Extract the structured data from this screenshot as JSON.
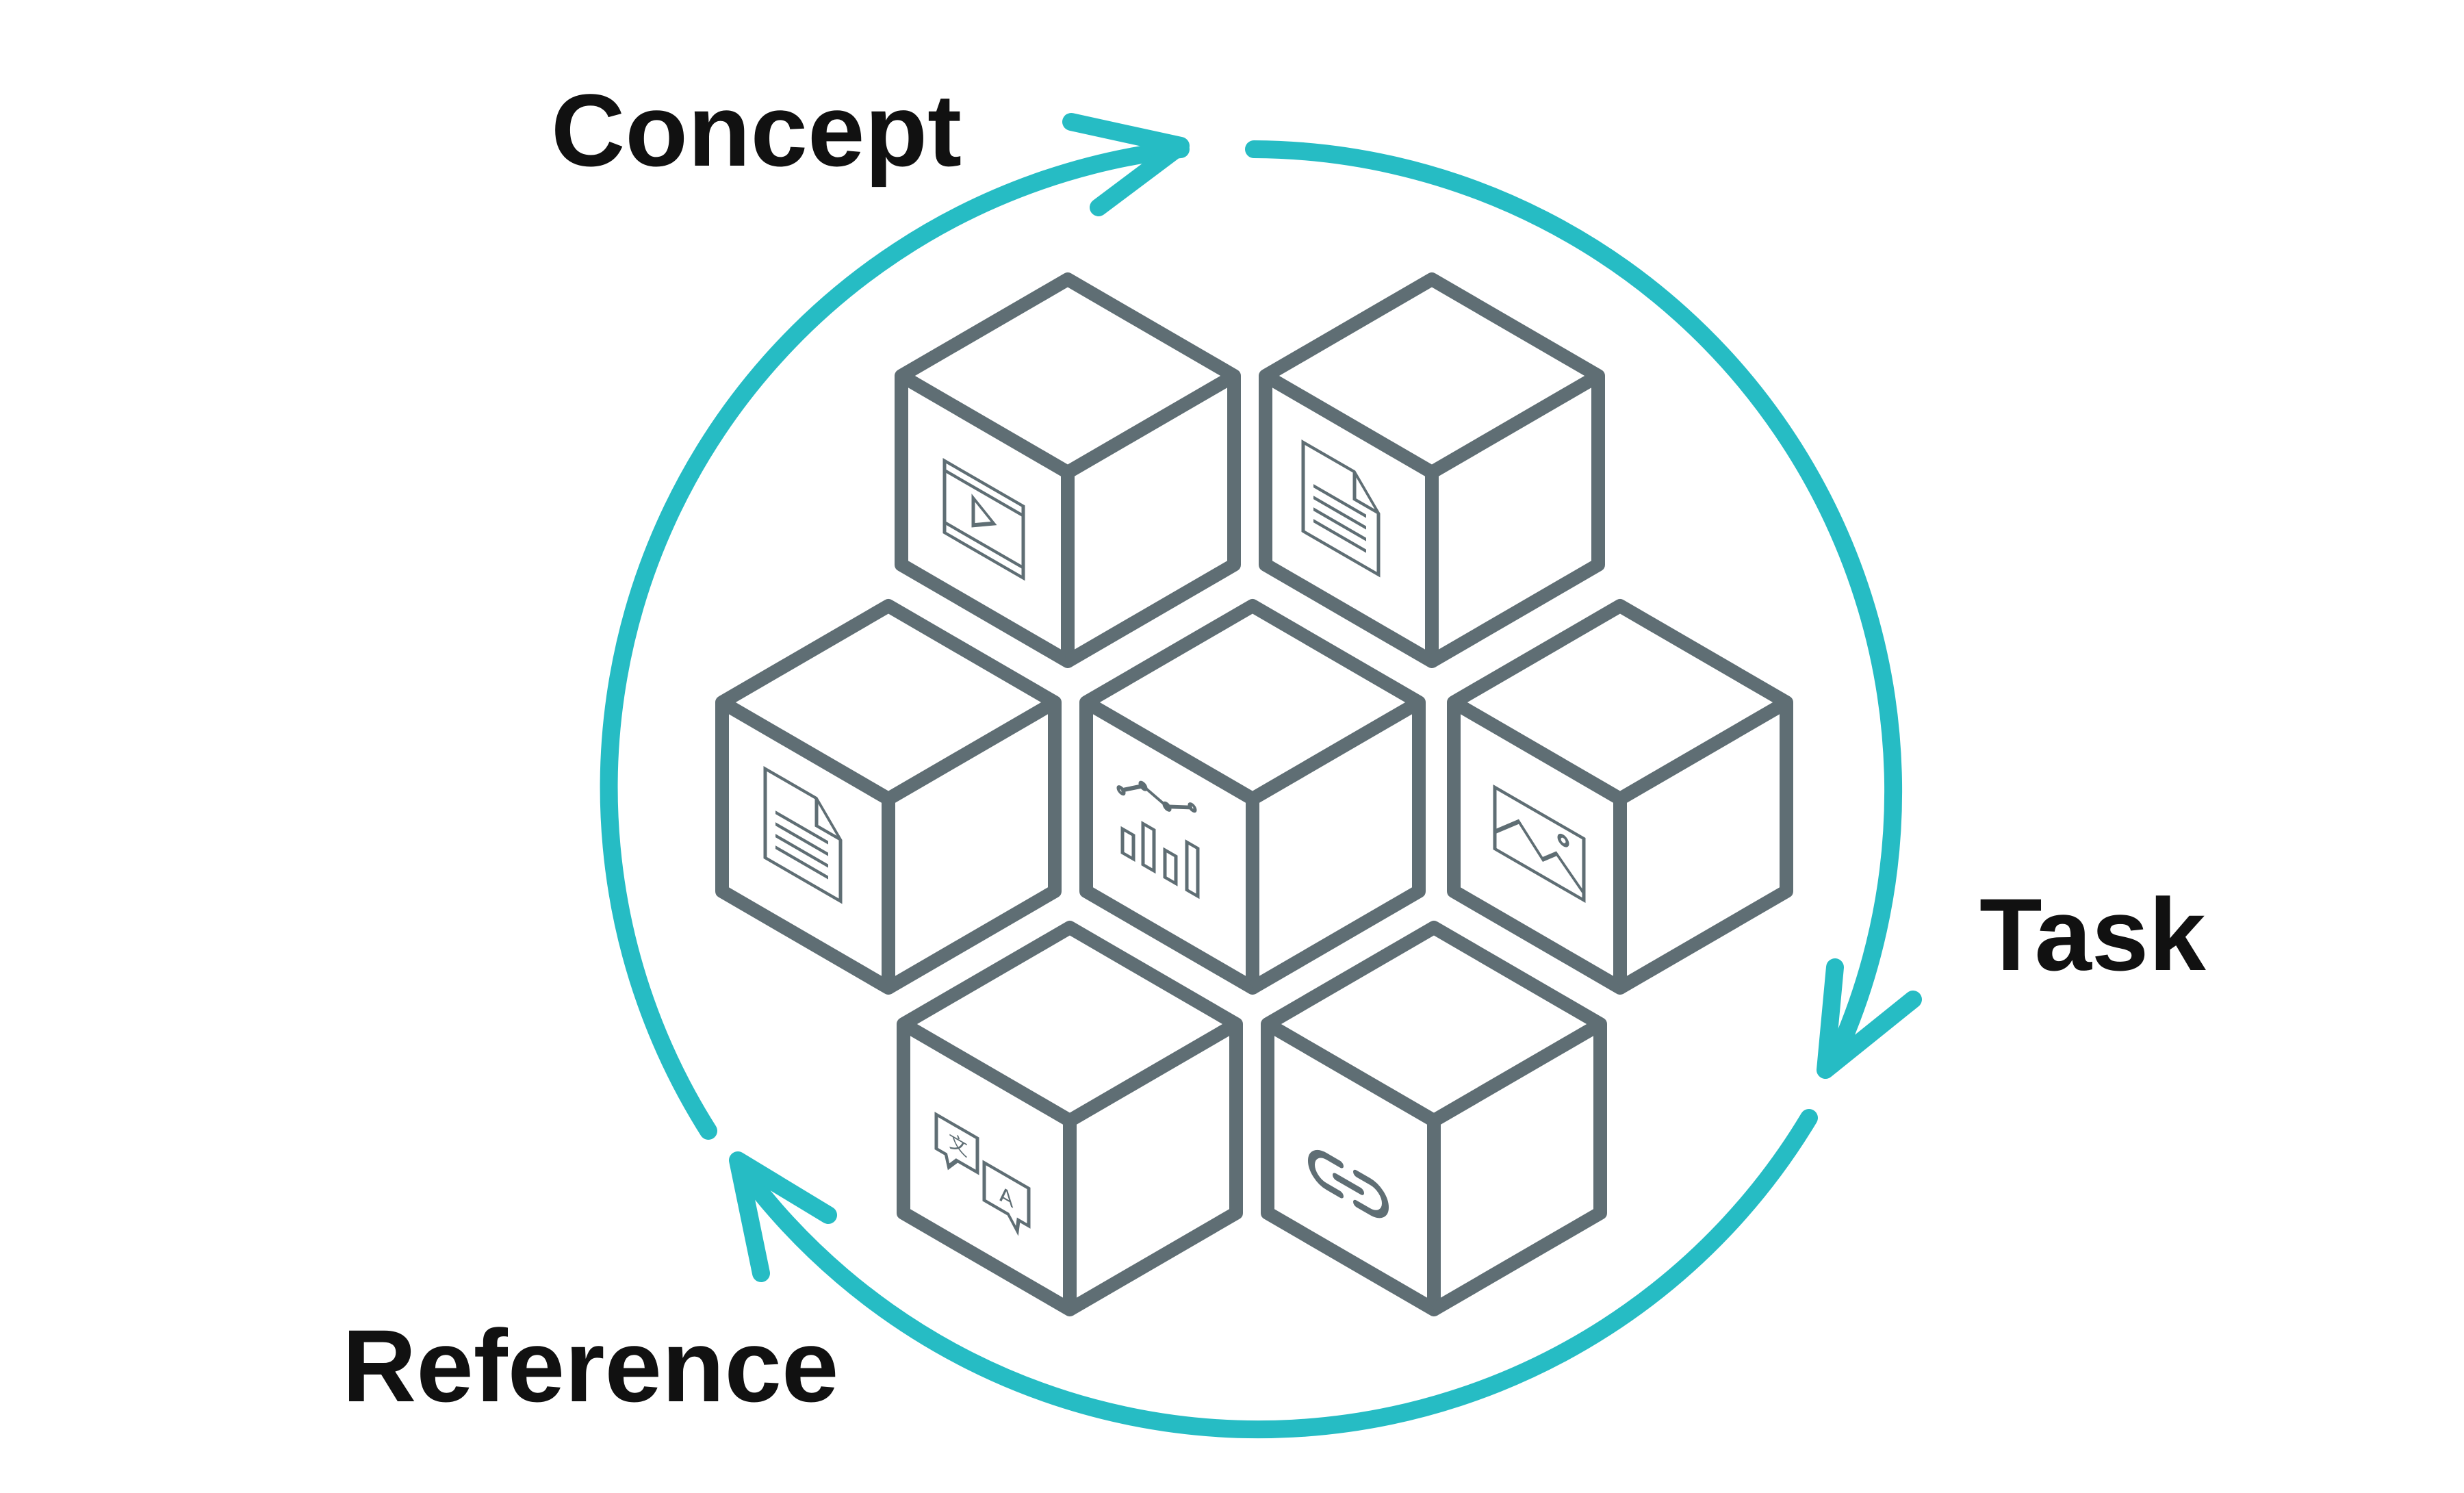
{
  "labels": {
    "concept": "Concept",
    "task": "Task",
    "reference": "Reference"
  },
  "colors": {
    "cycle_arrow": "#26bcc4",
    "cube_stroke": "#5f6e74",
    "text": "#111111",
    "background": "#ffffff"
  },
  "cubes": [
    {
      "id": "cube-video",
      "icon": "video-player-icon"
    },
    {
      "id": "cube-document-top",
      "icon": "document-icon"
    },
    {
      "id": "cube-document-left",
      "icon": "document-icon"
    },
    {
      "id": "cube-chart",
      "icon": "bar-line-chart-icon"
    },
    {
      "id": "cube-image",
      "icon": "image-icon"
    },
    {
      "id": "cube-translate",
      "icon": "translate-icon"
    },
    {
      "id": "cube-link",
      "icon": "link-icon"
    }
  ]
}
